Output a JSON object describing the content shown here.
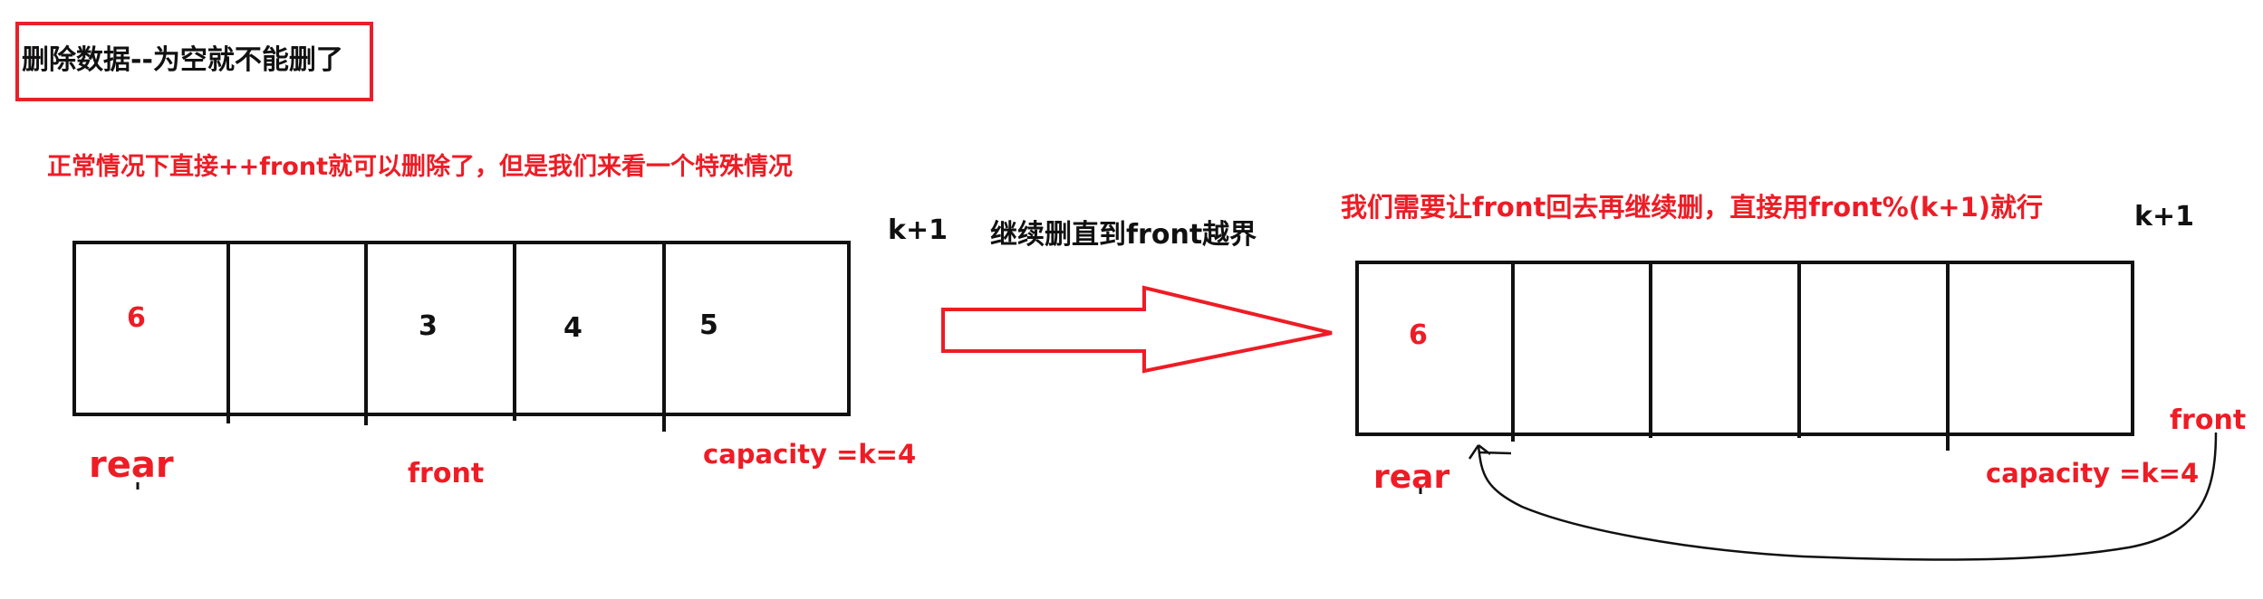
{
  "title": "删除数据--为空就不能删了",
  "left": {
    "note": "正常情况下直接++front就可以删除了，但是我们来看一个特殊情况",
    "cells": [
      "6",
      "",
      "3",
      "4",
      "5"
    ],
    "k_label": "k+1",
    "rear_label": "rear",
    "front_label": "front",
    "capacity_label": "capacity =k=4"
  },
  "arrow_label": "继续删直到front越界",
  "right": {
    "note": "我们需要让front回去再继续删，直接用front%(k+1)就行",
    "cells": [
      "6",
      "",
      "",
      "",
      ""
    ],
    "k_label": "k+1",
    "rear_label": "rear",
    "front_label": "front",
    "capacity_label": "capacity =k=4"
  },
  "colors": {
    "ink": "#111111",
    "accent_red": "#ee1c25"
  }
}
